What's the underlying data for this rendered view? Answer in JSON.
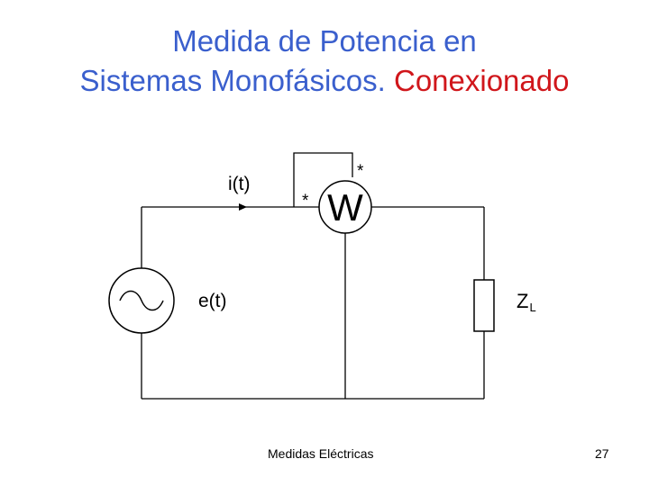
{
  "slide": {
    "title_line1": "Medida de Potencia en",
    "title_line2_part1": "Sistemas Monofásicos.",
    "title_line2_part2": "Conexionado",
    "title_color": "#3a5fcd",
    "highlight_color": "#d0161b"
  },
  "circuit": {
    "current_label": "i(t)",
    "source_label": "e(t)",
    "wattmeter_label": "W",
    "current_coil_marker": "*",
    "voltage_coil_marker": "*",
    "load_label": "Z",
    "load_subscript": "L"
  },
  "footer": {
    "course": "Medidas Eléctricas",
    "page_number": "27"
  }
}
